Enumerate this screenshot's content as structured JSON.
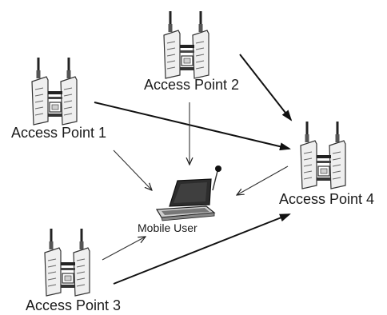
{
  "diagram": {
    "access_points": [
      {
        "id": "ap1",
        "label": "Access Point 1"
      },
      {
        "id": "ap2",
        "label": "Access Point 2"
      },
      {
        "id": "ap3",
        "label": "Access Point 3"
      },
      {
        "id": "ap4",
        "label": "Access Point 4"
      }
    ],
    "mobile_user": {
      "label": "Mobile User"
    },
    "connections": [
      {
        "from": "ap1",
        "to": "ap4"
      },
      {
        "from": "ap2",
        "to": "ap4"
      },
      {
        "from": "ap3",
        "to": "ap4"
      },
      {
        "from": "ap1",
        "to": "mobile_user"
      },
      {
        "from": "ap2",
        "to": "mobile_user"
      },
      {
        "from": "ap3",
        "to": "mobile_user"
      },
      {
        "from": "ap4",
        "to": "mobile_user"
      }
    ],
    "colors": {
      "line": "#1a1a1a",
      "device": "#555555",
      "device_light": "#e8e8e8"
    }
  }
}
